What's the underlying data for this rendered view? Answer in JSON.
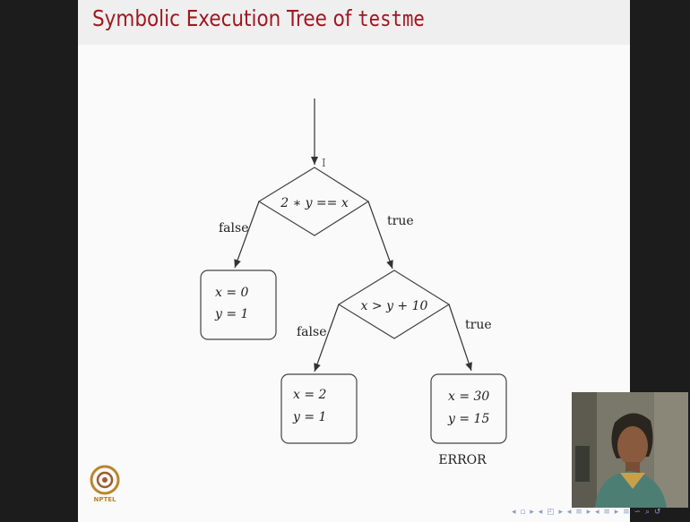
{
  "slide": {
    "title_prefix": "Symbolic Execution Tree of",
    "title_code": "testme"
  },
  "diagram": {
    "root_condition": "2 ∗ y == x",
    "root_false_label": "false",
    "root_true_label": "true",
    "left_leaf": {
      "line1": "x = 0",
      "line2": "y = 1"
    },
    "inner_condition": "x > y + 10",
    "inner_false_label": "false",
    "inner_true_label": "true",
    "middle_leaf": {
      "line1": "x = 2",
      "line2": "y = 1"
    },
    "right_leaf": {
      "line1": "x = 30",
      "line2": "y = 15"
    },
    "right_leaf_caption": "ERROR"
  },
  "logo": {
    "text": "NPTEL"
  },
  "nav_controls": "◂ ▫ ▸ ◂ ◰ ▸ ◂ ≡ ▸ ◂ ≡ ▸  ≡  ∽ ⌕ ↺",
  "colors": {
    "title": "#a01820",
    "background": "#fafafa",
    "dark_border": "#1c1c1c"
  }
}
